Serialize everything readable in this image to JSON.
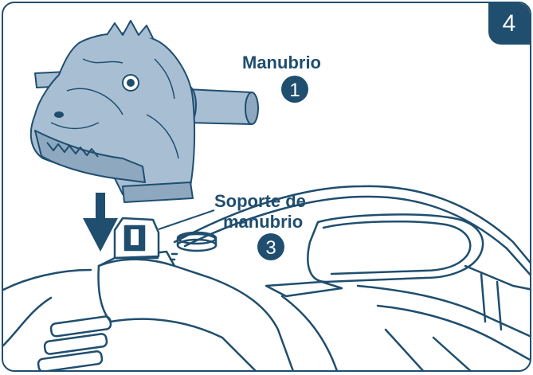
{
  "step_number": "4",
  "labels": {
    "handlebar": {
      "text": "Manubrio",
      "number": "1"
    },
    "handlebar_support": {
      "line1": "Soporte de",
      "line2": "manubrio",
      "number": "3"
    }
  },
  "colors": {
    "outline": "#1f4e6f",
    "head_fill": "#a8bfd3",
    "head_fill_dark": "#8ea8bf",
    "badge": "#1f4e6f"
  },
  "icons": [
    "dinosaur-head-handlebar",
    "down-arrow",
    "ride-on-body"
  ]
}
